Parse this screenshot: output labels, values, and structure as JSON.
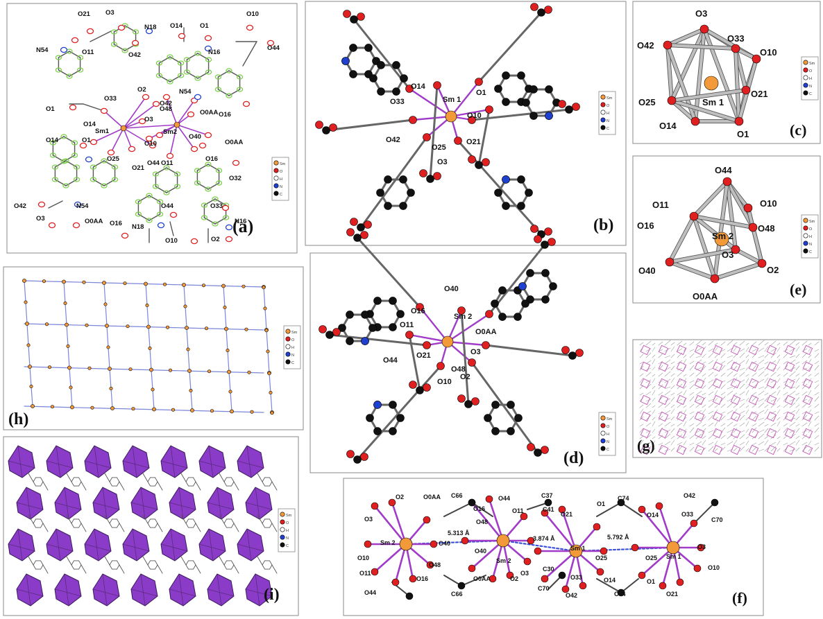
{
  "panels": {
    "a": {
      "tag": "(a)",
      "labels": [
        "O21",
        "O3",
        "N18",
        "O14",
        "O1",
        "O10",
        "N54",
        "O11",
        "O42",
        "N16",
        "O44",
        "N54",
        "O33",
        "O2",
        "O48",
        "O0AA",
        "O1",
        "O14",
        "O42",
        "O3",
        "O40",
        "O16",
        "Sm1",
        "Sm2",
        "O14",
        "O1",
        "O25",
        "O10",
        "O11",
        "O16",
        "O0AA",
        "O21",
        "O44",
        "O32",
        "O42",
        "N54",
        "O44",
        "O33",
        "O3",
        "O0AA",
        "O16",
        "N18",
        "O10",
        "O2",
        "N16"
      ]
    },
    "b": {
      "tag": "(b)",
      "labels": [
        "O14",
        "O1",
        "O33",
        "Sm 1",
        "O10",
        "O42",
        "O25",
        "O21",
        "O3"
      ]
    },
    "c": {
      "tag": "(c)",
      "labels": [
        "O3",
        "O33",
        "O42",
        "O10",
        "O25",
        "O21",
        "Sm 1",
        "O14",
        "O1"
      ]
    },
    "d": {
      "tag": "(d)",
      "labels": [
        "O40",
        "O16",
        "O11",
        "Sm 2",
        "O0AA",
        "O44",
        "O21",
        "O3",
        "O48",
        "O10",
        "O2"
      ]
    },
    "e": {
      "tag": "(e)",
      "labels": [
        "O44",
        "O11",
        "O10",
        "O16",
        "O48",
        "Sm 2",
        "O3",
        "O40",
        "O2",
        "O0AA"
      ]
    },
    "f": {
      "tag": "(f)",
      "labels": [
        "O2",
        "O0AA",
        "C66",
        "O44",
        "C37",
        "O42",
        "O3",
        "O48",
        "O16",
        "O11",
        "C41",
        "O21",
        "O1",
        "C74",
        "O14",
        "O33",
        "C70",
        "Sm 2",
        "5.313 Å",
        "3.874 Å",
        "5.792 Å",
        "O3",
        "O40",
        "O10",
        "O40",
        "Sm 2",
        "Sm 1",
        "O25",
        "Sm 1",
        "O10",
        "O48",
        "O3",
        "O11",
        "O16",
        "O0AA",
        "O2",
        "C30",
        "O33",
        "O25",
        "O44",
        "C66",
        "C70",
        "O42",
        "O14",
        "C74",
        "O1",
        "O21"
      ]
    },
    "g": {
      "tag": "(g)"
    },
    "h": {
      "tag": "(h)"
    },
    "i": {
      "tag": "(i)"
    }
  },
  "legend": [
    "Sm",
    "O",
    "H",
    "N",
    "C"
  ],
  "colors": {
    "Sm": "#f29a3a",
    "O": "#e02020",
    "H": "#aaaaaa",
    "N": "#2040d0",
    "C": "#111111",
    "bond_sm": "#a03cc8",
    "ring_green": "#7ad147",
    "poly": "#8a3cc8",
    "grid_line": "#7a86d8",
    "grid_node": "#f29a3a"
  }
}
